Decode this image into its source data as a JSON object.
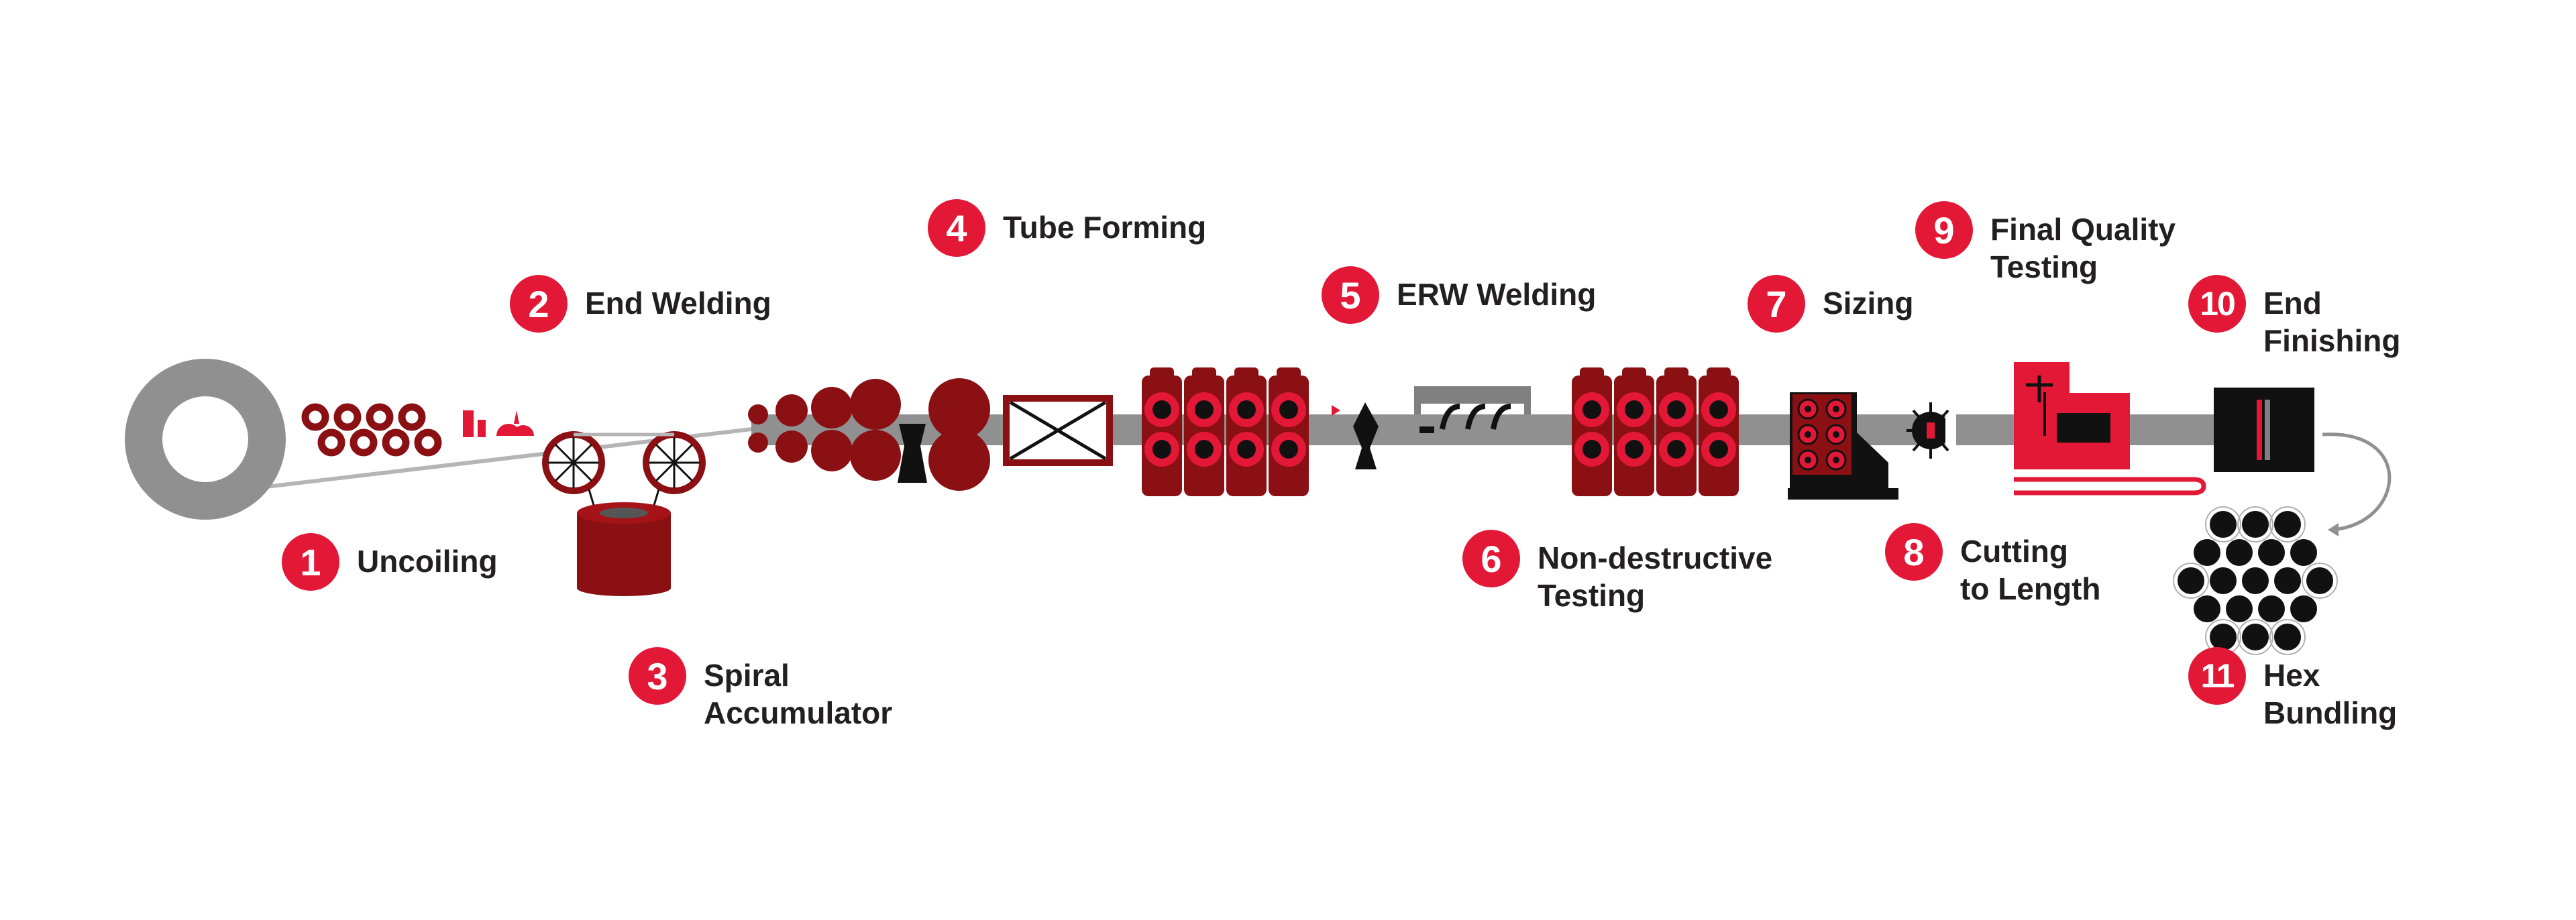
{
  "colors": {
    "badge": "#e31837",
    "red": "#e31837",
    "dark_red": "#8b1014",
    "gray": "#909090",
    "black": "#111111",
    "text": "#231f20"
  },
  "steps": [
    {
      "num": "1",
      "line1": "Uncoiling",
      "line2": ""
    },
    {
      "num": "2",
      "line1": "End Welding",
      "line2": ""
    },
    {
      "num": "3",
      "line1": "Spiral",
      "line2": "Accumulator"
    },
    {
      "num": "4",
      "line1": "Tube Forming",
      "line2": ""
    },
    {
      "num": "5",
      "line1": "ERW Welding",
      "line2": ""
    },
    {
      "num": "6",
      "line1": "Non-destructive",
      "line2": "Testing"
    },
    {
      "num": "7",
      "line1": "Sizing",
      "line2": ""
    },
    {
      "num": "8",
      "line1": "Cutting",
      "line2": "to Length"
    },
    {
      "num": "9",
      "line1": "Final Quality",
      "line2": "Testing"
    },
    {
      "num": "10",
      "line1": "End",
      "line2": "Finishing"
    },
    {
      "num": "11",
      "line1": "Hex",
      "line2": "Bundling"
    }
  ]
}
